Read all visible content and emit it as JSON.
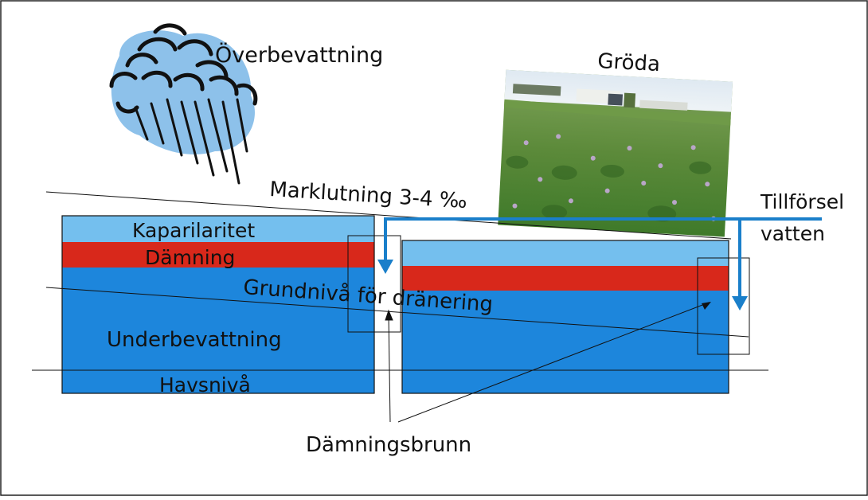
{
  "labels": {
    "overirrigation": "Överbevattning",
    "crop": "Gröda",
    "slope": "Marklutning 3-4 ‰",
    "water_supply_line1": "Tillförsel",
    "water_supply_line2": "vatten",
    "capillarity": "Kaparilaritet",
    "damming": "Dämning",
    "drain_base": "Grundnivå för dränering",
    "subirrigation": "Underbevattning",
    "sea_level": "Havsnivå",
    "dam_well": "Dämningsbrunn"
  },
  "colors": {
    "capillary_layer": "#74bfee",
    "damming_layer": "#d8281b",
    "saturated_zone": "#1d86dc",
    "water_pipe": "#1a7fca",
    "cloud_fill": "#8dc1ea",
    "field_green": "#5c8a3a"
  },
  "icons": {
    "cloud": "rain-cloud-icon",
    "photo": "potato-field-photo"
  }
}
